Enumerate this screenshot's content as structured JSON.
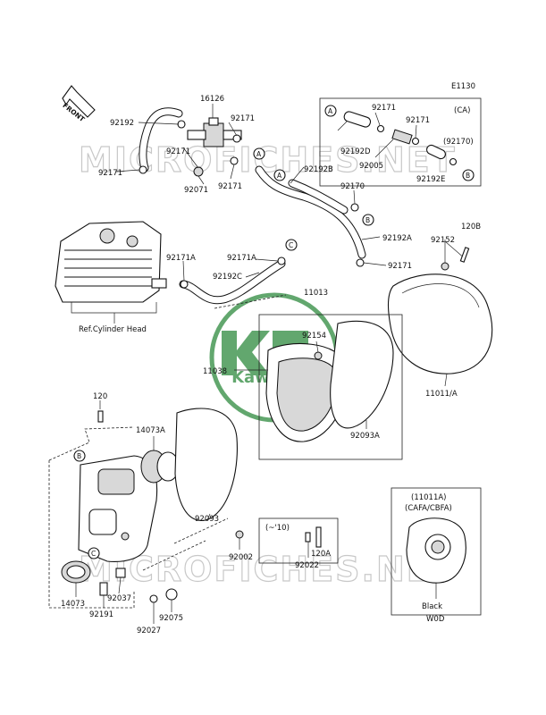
{
  "figure_code": "E1130",
  "front_label": "FRONT",
  "watermark_text": "MICROFICHES.NET",
  "logo_text": "Kawasaki",
  "ref_label": "Ref.Cylinder Head",
  "ca_label": "(CA)",
  "variant_note": "(11011A)",
  "variant_codes": "(CAFA/CBFA)",
  "color_label": "Black",
  "color_code": "W0D",
  "range_note": "(~'10)",
  "circle_letters": {
    "a": "A",
    "b": "B",
    "c": "C"
  },
  "colors": {
    "logo_green": "#2e8a3e",
    "watermark_gray": "#c8c8c8",
    "line": "#111111"
  },
  "parts": {
    "p16126": "16126",
    "p92192": "92192",
    "p92171": "92171",
    "p92171A": "92171A",
    "p92071": "92071",
    "p92192B": "92192B",
    "p92170": "92170",
    "p92170_paren": "(92170)",
    "p92192D": "92192D",
    "p92005": "92005",
    "p92192E": "92192E",
    "p92192A": "92192A",
    "p92192C": "92192C",
    "p92152": "92152",
    "p120B": "120B",
    "p11013": "11013",
    "p92154": "92154",
    "p11038": "11038",
    "p11011A": "11011/A",
    "p92093A": "92093A",
    "p120": "120",
    "p14073A": "14073A",
    "p92093": "92093",
    "p92002": "92002",
    "p92022": "92022",
    "p120A": "120A",
    "p14073": "14073",
    "p92037": "92037",
    "p92191": "92191",
    "p92075": "92075",
    "p92027": "92027"
  }
}
